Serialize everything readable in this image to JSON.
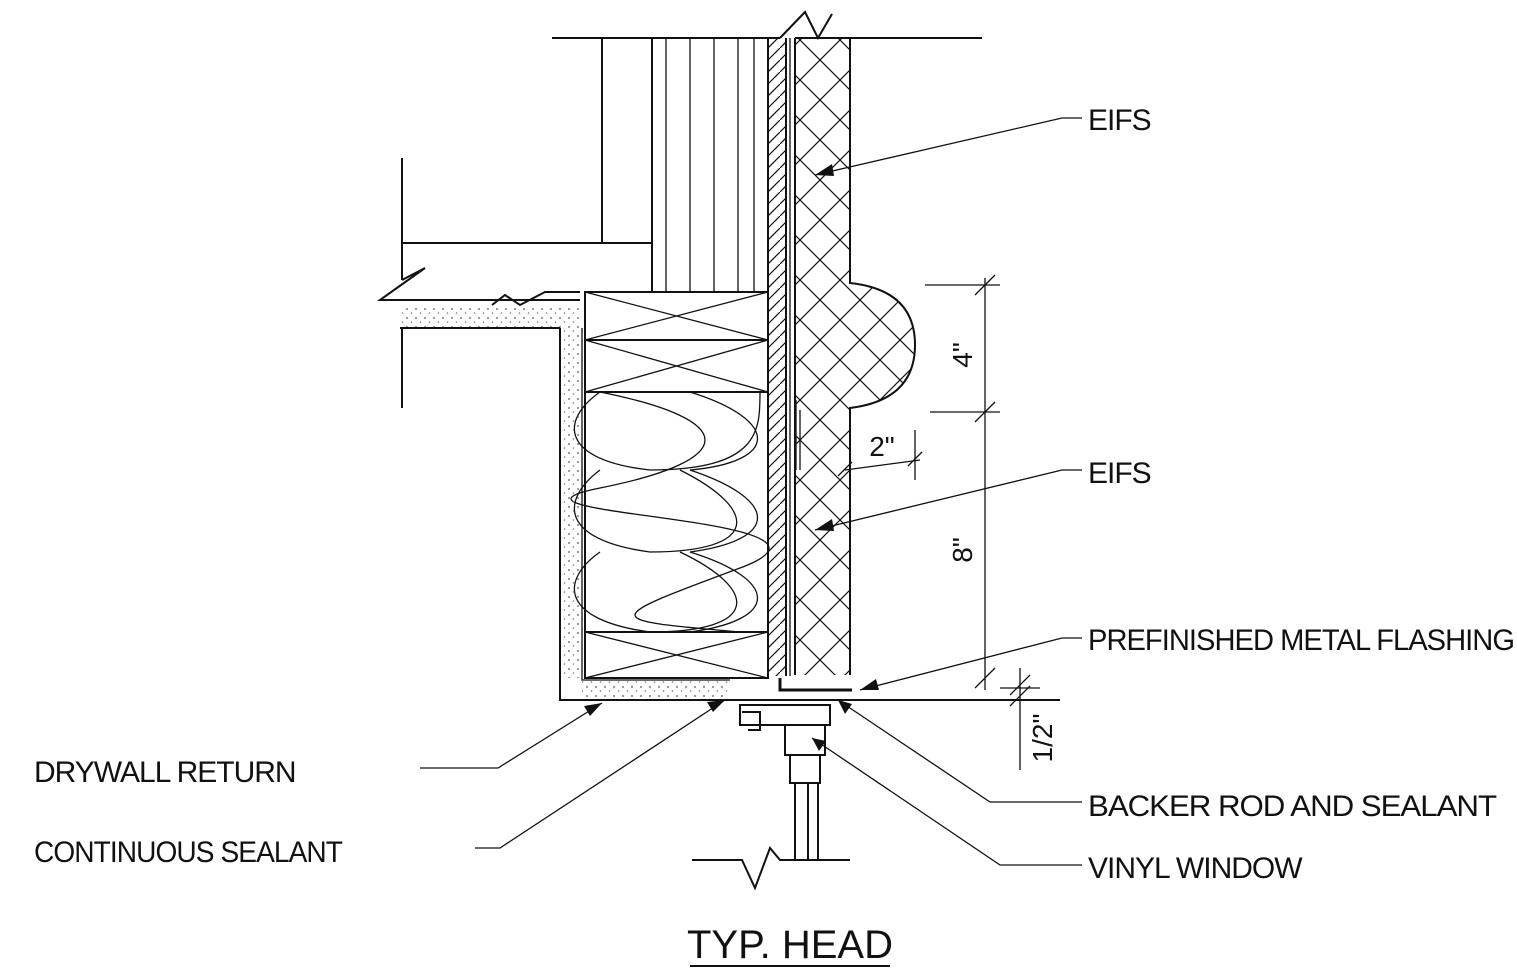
{
  "title": "TYP. HEAD",
  "labels": {
    "eifs_upper": "EIFS",
    "eifs_lower": "EIFS",
    "flashing": "PREFINISHED METAL FLASHING",
    "backer_rod": "BACKER ROD AND SEALANT",
    "vinyl_window": "VINYL WINDOW",
    "drywall_return": "DRYWALL RETURN",
    "continuous_sealant": "CONTINUOUS SEALANT"
  },
  "dimensions": {
    "band": "4\"",
    "recess": "2\"",
    "lower": "8\"",
    "gap": "1/2\""
  }
}
